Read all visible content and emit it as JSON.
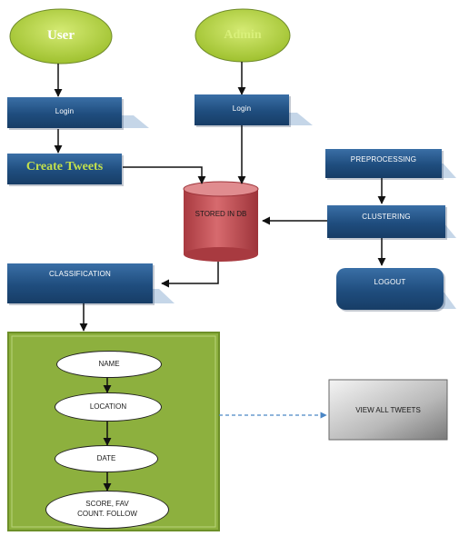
{
  "nodes": {
    "user": "User",
    "admin": "Admin",
    "user_login": "Login",
    "admin_login": "Login",
    "create_tweets": "Create Tweets",
    "stored_in_db": "STORED IN DB",
    "preprocessing": "PREPROCESSING",
    "clustering": "CLUSTERING",
    "logout": "LOGOUT",
    "classification": "CLASSIFICATION",
    "name": "NAME",
    "location": "LOCATION",
    "date": "DATE",
    "score_line1": "SCORE, FAV",
    "score_line2": "COUNT. FOLLOW",
    "view_all_tweets": "VIEW ALL TWEETS"
  },
  "colors": {
    "oval_green": "#c3e04d",
    "admin_text": "#d9f07a",
    "box_blue": "#1f4d7e",
    "db_red": "#c8555a",
    "panel_green": "#8db03e",
    "dashed_arrow": "#4a86c5"
  }
}
